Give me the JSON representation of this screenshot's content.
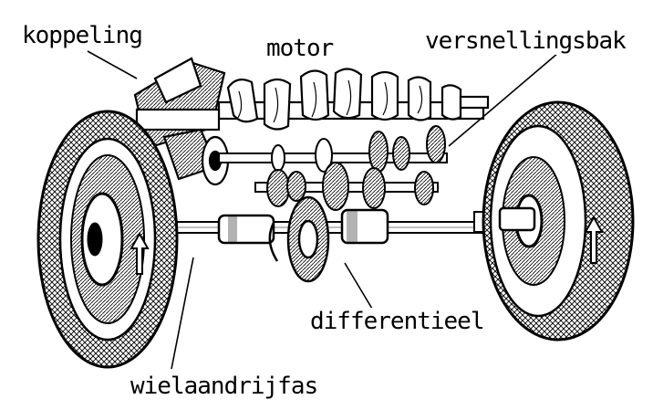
{
  "labels": {
    "koppeling": "koppeling",
    "motor": "motor",
    "versnellingsbak": "versnellingsbak",
    "differentieel": "differentieel",
    "wielaandrijfas": "wielaandrijfas"
  },
  "colors": {
    "ink": "#000000",
    "paper": "#ffffff"
  },
  "components": [
    "clutch",
    "crankshaft",
    "gearbox",
    "differential",
    "drive-shaft",
    "left-wheel",
    "right-wheel",
    "rotation-arrows"
  ]
}
